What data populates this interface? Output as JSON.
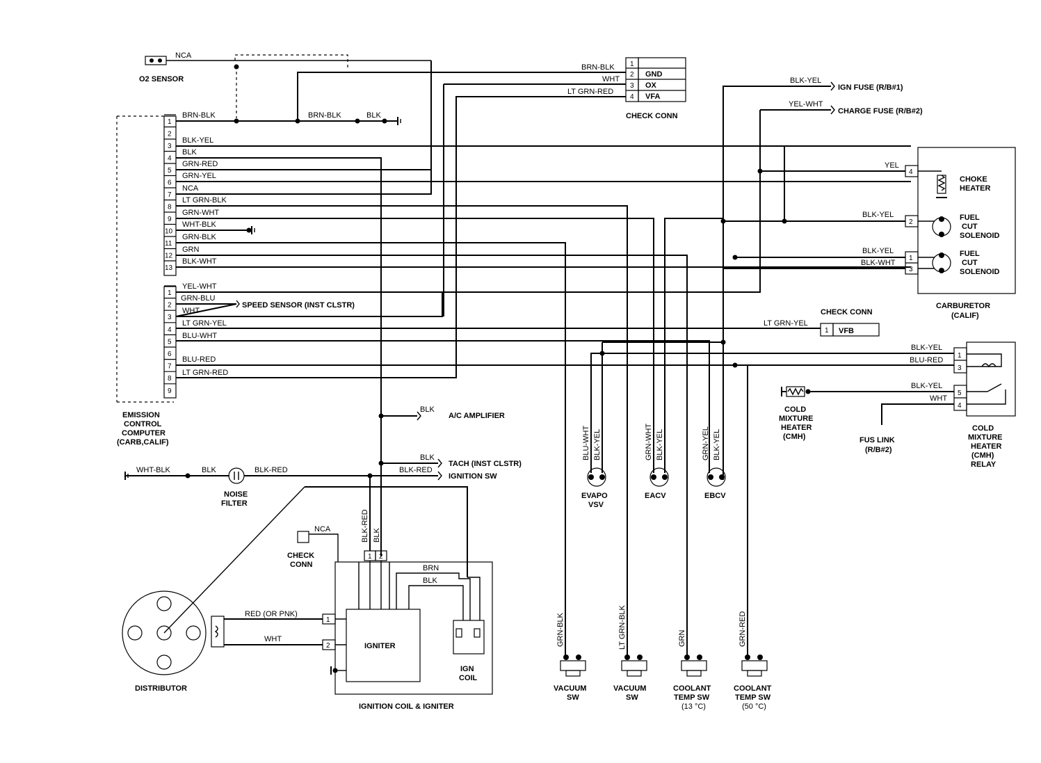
{
  "components": {
    "o2_sensor": "O2 SENSOR",
    "check_conn_top": "CHECK CONN",
    "emission_computer": [
      "EMISSION",
      "CONTROL",
      "COMPUTER",
      "(CARB,CALIF)"
    ],
    "noise_filter": [
      "NOISE",
      "FILTER"
    ],
    "distributor": "DISTRIBUTOR",
    "check_conn_small": [
      "CHECK",
      "CONN"
    ],
    "igniter": "IGNITER",
    "ign_coil": [
      "IGN",
      "COIL"
    ],
    "ignition_coil_igniter": "IGNITION COIL & IGNITER",
    "carburetor": [
      "CARBURETOR",
      "(CALIF)"
    ],
    "choke_heater": [
      "CHOKE",
      "HEATER"
    ],
    "fuel_cut_solenoid_1": [
      "FUEL",
      "CUT",
      "SOLENOID"
    ],
    "fuel_cut_solenoid_2": [
      "FUEL",
      "CUT",
      "SOLENOID"
    ],
    "check_conn_vf": "CHECK CONN",
    "cold_mixture_heater": [
      "COLD",
      "MIXTURE",
      "HEATER",
      "(CMH)"
    ],
    "cmh_relay": [
      "COLD",
      "MIXTURE",
      "HEATER",
      "(CMH)",
      "RELAY"
    ],
    "fus_link": [
      "FUS LINK",
      "(R/B#2)"
    ],
    "evapo_vsv": [
      "EVAPO",
      "VSV"
    ],
    "eacv": "EACV",
    "ebcv": "EBCV",
    "vacuum_sw_1": [
      "VACUUM",
      "SW"
    ],
    "vacuum_sw_2": [
      "VACUUM",
      "SW"
    ],
    "coolant_sw_13": [
      "COOLANT",
      "TEMP SW",
      "(13 °C)"
    ],
    "coolant_sw_50": [
      "COOLANT",
      "TEMP SW",
      "(50 °C)"
    ]
  },
  "destinations": {
    "speed_sensor": "SPEED SENSOR (INST CLSTR)",
    "ac_amplifier": "A/C AMPLIFIER",
    "tach": "TACH (INST CLSTR)",
    "ignition_sw": "IGNITION SW",
    "ign_fuse": "IGN FUSE (R/B#1)",
    "charge_fuse": "CHARGE FUSE (R/B#2)"
  },
  "check_conn_pins": [
    {
      "num": "1",
      "label": ""
    },
    {
      "num": "2",
      "label": "GND"
    },
    {
      "num": "3",
      "label": "OX"
    },
    {
      "num": "4",
      "label": "VFA"
    }
  ],
  "check_conn_vf_pin": {
    "num": "1",
    "label": "VFB"
  },
  "connector_a_pins": [
    "1",
    "2",
    "3",
    "4",
    "5",
    "6",
    "7",
    "8",
    "9",
    "10",
    "11",
    "12",
    "13"
  ],
  "connector_b_pins": [
    "1",
    "2",
    "3",
    "4",
    "5",
    "6",
    "7",
    "8",
    "9"
  ],
  "carb_pins": [
    "4",
    "2",
    "1",
    "3"
  ],
  "relay_pins": [
    "1",
    "3",
    "5",
    "4"
  ],
  "igniter_pins": [
    "1",
    "2"
  ],
  "coil_pins": [
    "1",
    "2"
  ],
  "wires": {
    "nca_o2": "NCA",
    "a1": "BRN-BLK",
    "a1_mid": "BRN-BLK",
    "a1_gnd": "BLK",
    "a3": "BLK-YEL",
    "a4": "BLK",
    "a5": "GRN-RED",
    "a6": "GRN-YEL",
    "a7": "NCA",
    "a8": "LT GRN-BLK",
    "a9": "GRN-WHT",
    "a10": "WHT-BLK",
    "a11": "GRN-BLK",
    "a12": "GRN",
    "a13": "BLK-WHT",
    "b1": "YEL-WHT",
    "b2a": "GRN-BLU",
    "b2b": "WHT",
    "b4": "LT GRN-YEL",
    "b5": "BLU-WHT",
    "b7": "BLU-RED",
    "b8": "LT GRN-RED",
    "cc_brn_blk": "BRN-BLK",
    "cc_wht": "WHT",
    "cc_ltgrn_red": "LT GRN-RED",
    "ign_fuse_wire": "BLK-YEL",
    "charge_fuse_wire": "YEL-WHT",
    "choke_wire": "YEL",
    "fcs1_wire": "BLK-YEL",
    "fcs2_wire1": "BLK-YEL",
    "fcs2_wire3": "BLK-WHT",
    "vf_wire": "LT GRN-YEL",
    "relay1_wire": "BLK-YEL",
    "relay3_wire": "BLU-RED",
    "relay5_wire": "BLK-YEL",
    "relay4_wire": "WHT",
    "ac_wire": "BLK",
    "tach_wire": "BLK",
    "ign_sw_wire": "BLK-RED",
    "gnd_wht_blk": "WHT-BLK",
    "nf_blk": "BLK",
    "nf_blk_red": "BLK-RED",
    "igniter_nca": "NCA",
    "igniter_v1": "BLK-RED",
    "igniter_v2": "BLK",
    "coil_brn": "BRN",
    "coil_blk": "BLK",
    "dist_red": "RED (OR PNK)",
    "dist_wht": "WHT",
    "evapo_v1": "BLU-WHT",
    "evapo_v2": "BLK-YEL",
    "eacv_v1": "GRN-WHT",
    "eacv_v2": "BLK-YEL",
    "ebcv_v1": "GRN-YEL",
    "ebcv_v2": "BLK-YEL",
    "vsw1_wire": "GRN-BLK",
    "vsw2_wire": "LT GRN-BLK",
    "cts13_wire": "GRN",
    "cts50_wire": "GRN-RED"
  }
}
